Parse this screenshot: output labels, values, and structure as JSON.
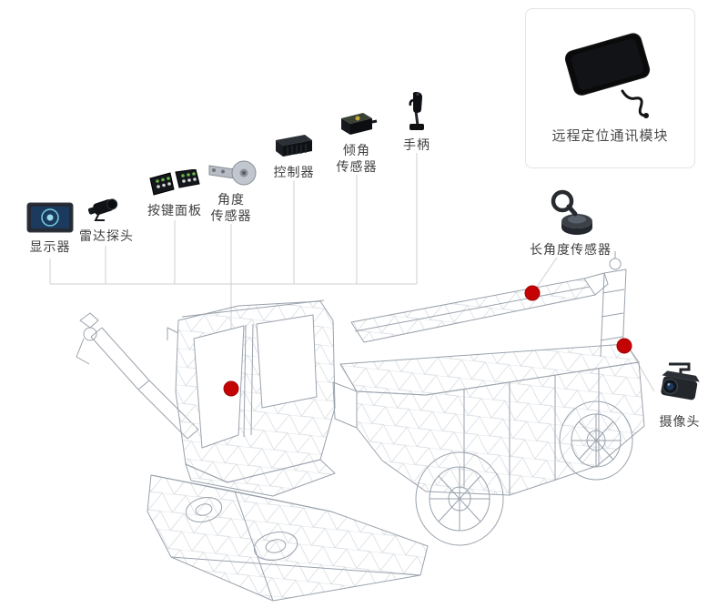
{
  "diagram": {
    "type": "labeled-component-diagram",
    "subject": "wireframe road sweeper vehicle with sensor components"
  },
  "components": {
    "display": {
      "label": "显示器"
    },
    "radar": {
      "label": "雷达探头"
    },
    "keypad": {
      "label": "按键面板"
    },
    "angle_sensor": {
      "label": "角度\n传感器"
    },
    "controller": {
      "label": "控制器"
    },
    "tilt_sensor": {
      "label": "倾角\n传感器"
    },
    "handle": {
      "label": "手柄"
    },
    "remote_module": {
      "label": "远程定位通讯模块"
    },
    "long_angle_sensor": {
      "label": "长角度传感器"
    },
    "camera": {
      "label": "摄像头"
    }
  },
  "colors": {
    "marker_dot": "#c40404",
    "connector_line": "#cfcfcf",
    "wireframe": "#9aa2ac",
    "label_text": "#3f3f3f",
    "module_box_border": "#e3e3e3"
  },
  "markers": {
    "count": 3,
    "locations": [
      "cab-windshield",
      "boom-beam",
      "rear-deck"
    ]
  }
}
